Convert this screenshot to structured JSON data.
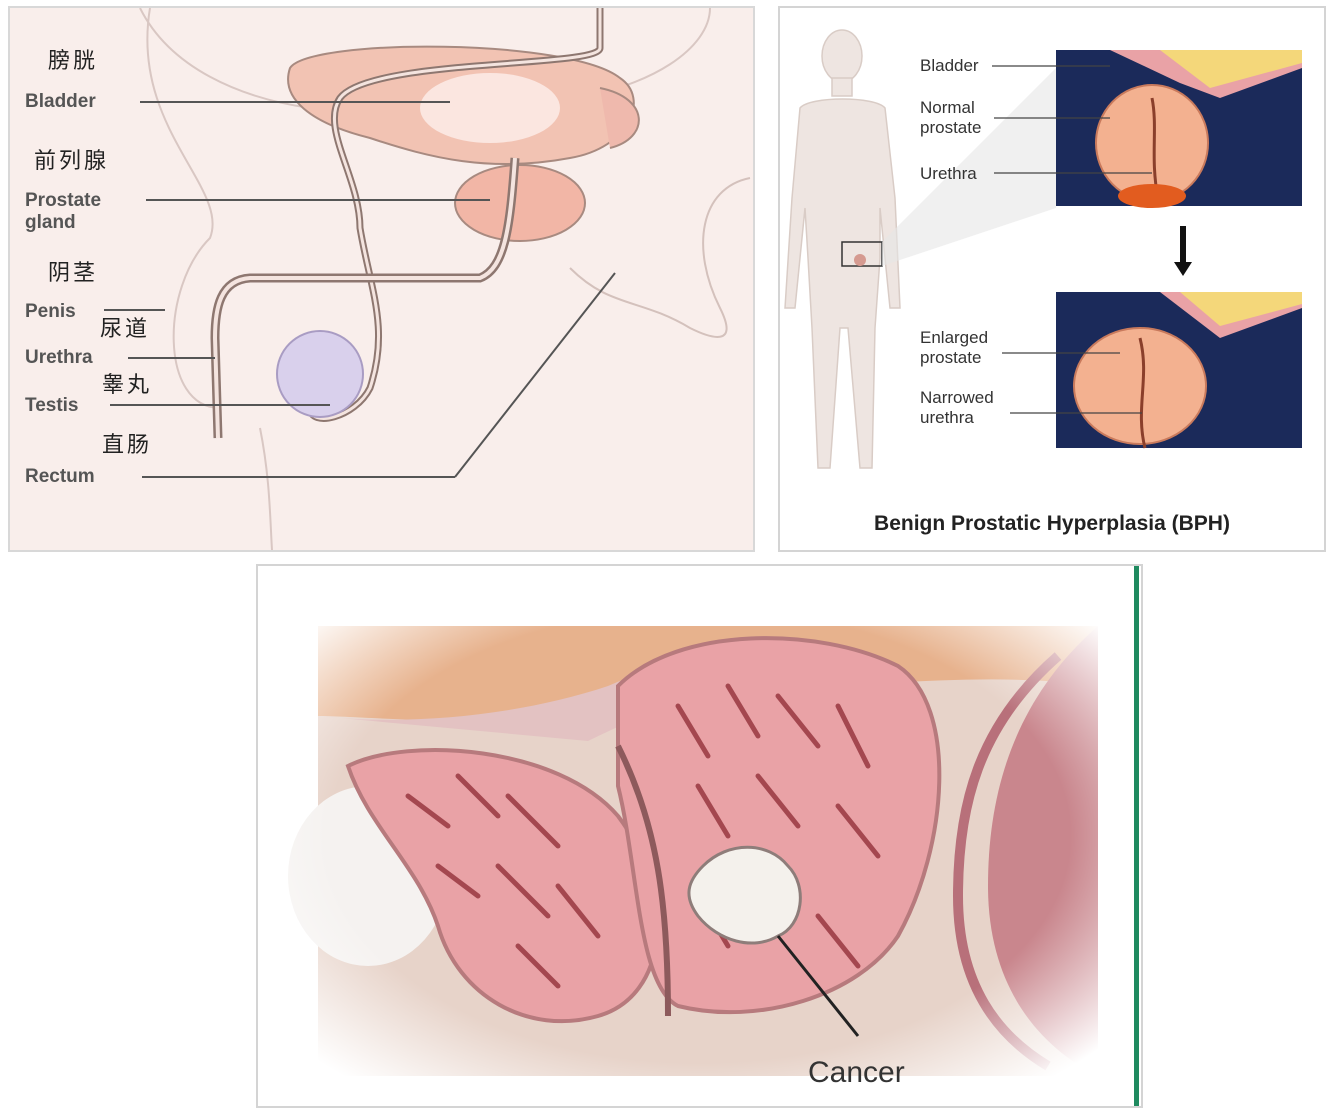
{
  "anatomy": {
    "labels": [
      {
        "zh": "膀胱",
        "en": "Bladder"
      },
      {
        "zh": "前列腺",
        "en": "Prostate\ngland"
      },
      {
        "zh": "阴茎",
        "en": "Penis"
      },
      {
        "zh": "尿道",
        "en": "Urethra"
      },
      {
        "zh": "睾丸",
        "en": "Testis"
      },
      {
        "zh": "直肠",
        "en": "Rectum"
      }
    ]
  },
  "bph": {
    "labels": [
      "Bladder",
      "Normal\nprostate",
      "Urethra",
      "Enlarged\nprostate",
      "Narrowed\nurethra"
    ],
    "title": "Benign Prostatic Hyperplasia (BPH)"
  },
  "cancer": {
    "label": "Cancer"
  },
  "colors": {
    "skin_bg": "#f9eeeb",
    "prostate_pink": "#e9a2a6",
    "bladder_orange": "#f2c3b3",
    "testis_lavender": "#d9d0ec",
    "bph_dark_bg": "#1b2a5a",
    "cancer_accent": "#1f8a5f"
  }
}
